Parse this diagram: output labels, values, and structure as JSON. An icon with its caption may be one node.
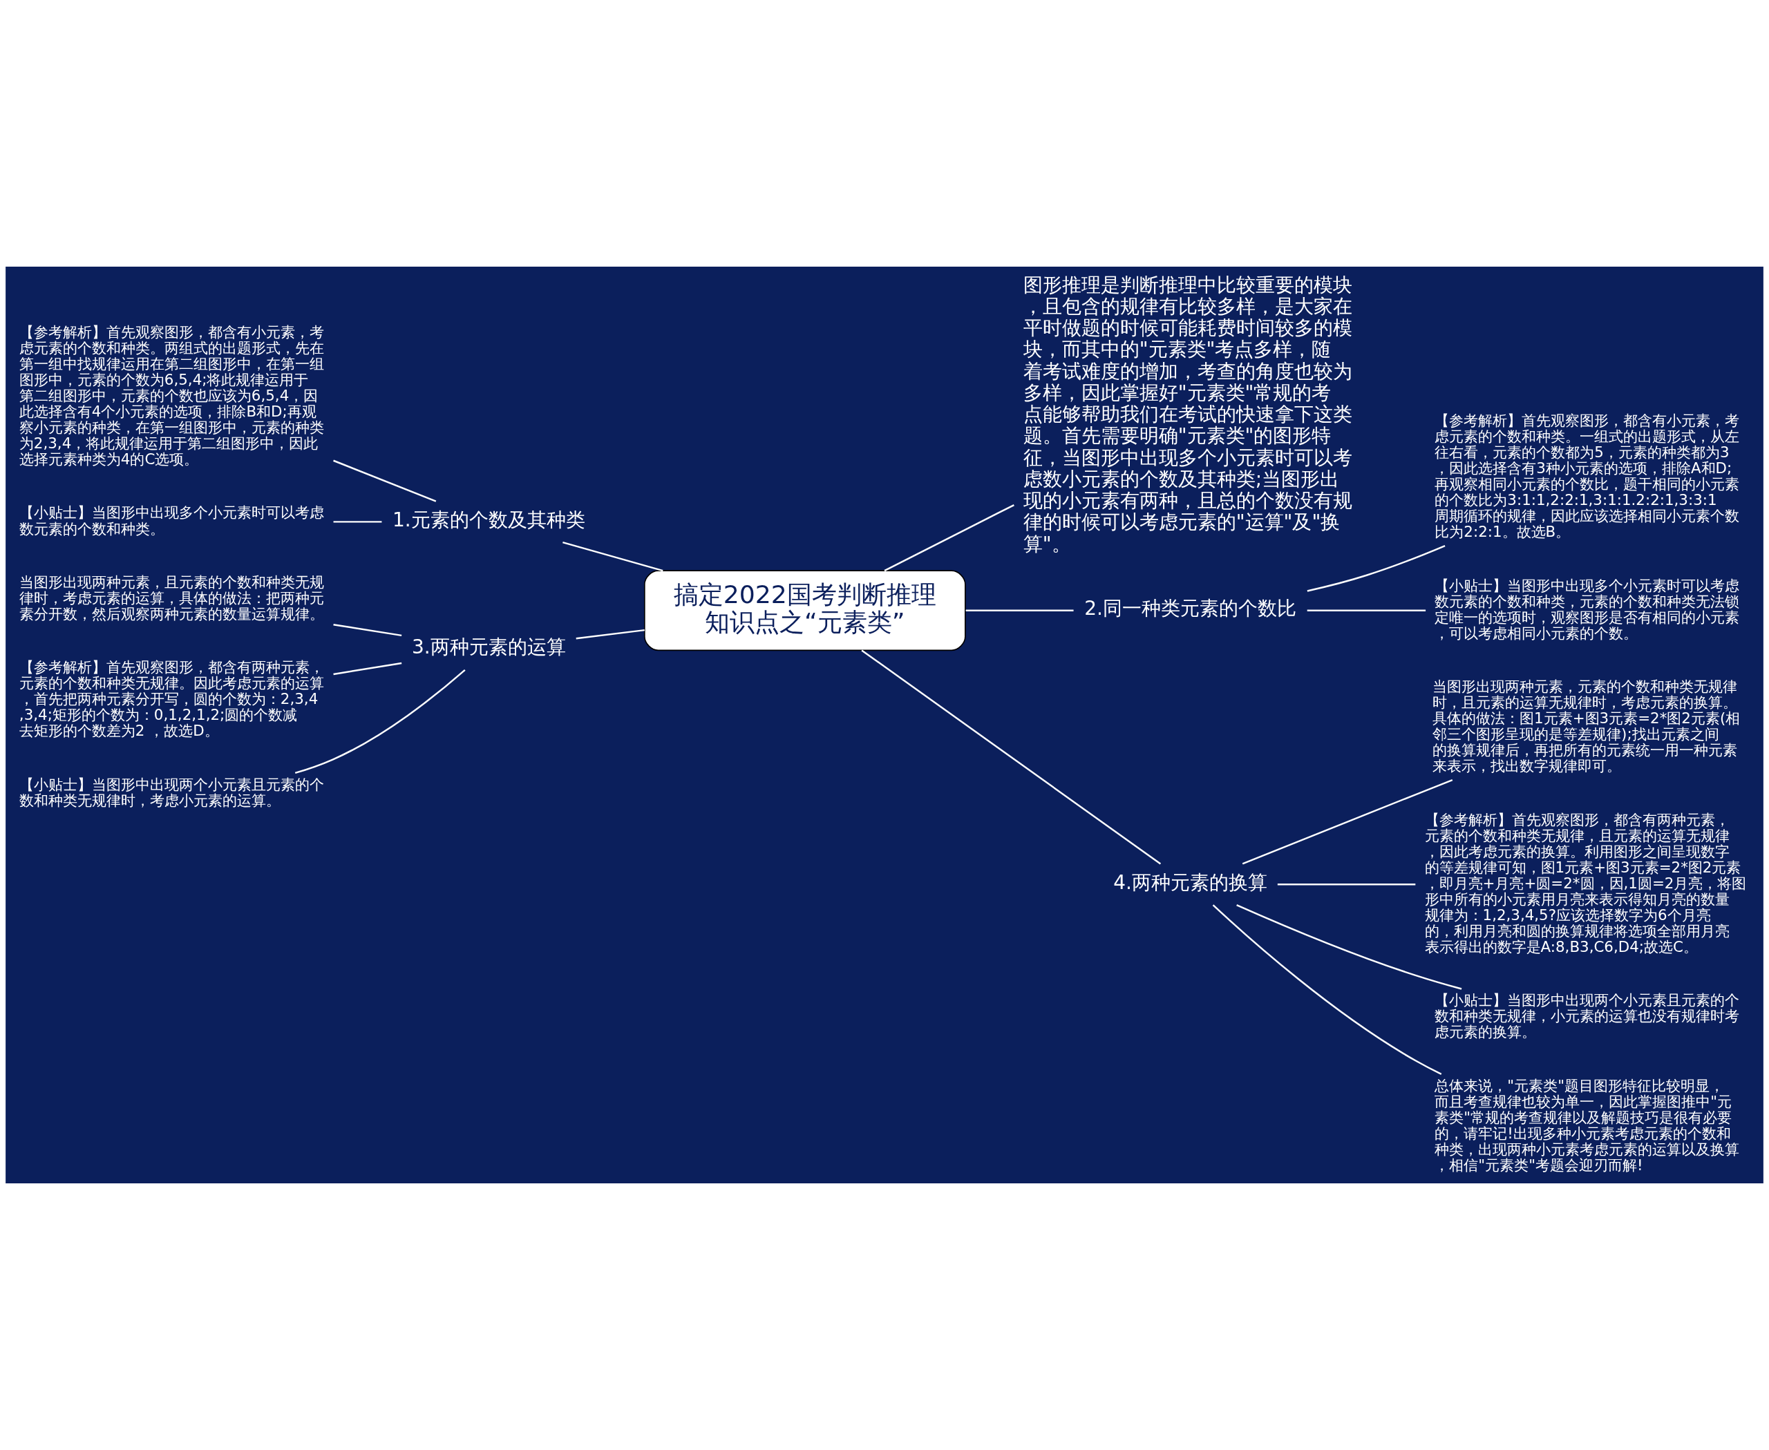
{
  "diagram": {
    "nodes": [
      {
        "text": [
          "搞定2022国考判断推理知识点之“元素类”"
        ]
      },
      {
        "text": [
          "图形推理是判断推理中比较重要的模块，且包含的规律有比较多样，是大家在平时做题的时候可能耗费时间较多的模块，而其中的\"元素类\"考点多样，随着考试难度的增加，考查的角度也较为多样，因此掌握好\"元素类\"常规的考点能够帮助我们在考试的快速拿下这类题。首先需要明确\"元素类\"的图形特征，当图形中出现多个小元素时可以考虑数小元素的个数及其种类;当图形出现的小元素有两种，且总的个数没有规律的时候可以考虑元素的\"运算\"及\"换算\"。"
        ]
      },
      {
        "text": [
          "1.元素的个数及其种类"
        ]
      },
      {
        "text": [
          "【参考解析】首先观察图形，都含有小元素，考虑元素的个数和种类。两组式的出题形式，先在第一组中找规律运用在第二组图形中，在第一组图形中，元素的个数为6,5,4;将此规律运用于第二组图形中，元素的个数也应该为6,5,4，因此选择含有4个小元素的选项，排除B和D;再观察小元素的种类，在第一组图形中，元素的种类为2,3,4，将此规律运用于第二组图形中，因此选择元素种类为4的C选项。"
        ]
      },
      {
        "text": [
          "【小贴士】当图形中出现多个小元素时可以考虑数元素的个数和种类。"
        ]
      },
      {
        "text": [
          "2.同一种类元素的个数比"
        ]
      },
      {
        "text": [
          "【参考解析】首先观察图形，都含有小元素，考虑元素的个数和种类。一组式的出题形式，从左往右看，元素的个数都为5，元素的种类都为3，因此选择含有3种小元素的选项，排除A和D;再观察相同小元素的个数比，题干相同的小元素的个数比为3:1:1,2:2:1,3:1:1.2:2:1,3:3:1周期循环的规律，因此应该选择相同小元素个数比为2:2:1。故选B。"
        ]
      },
      {
        "text": [
          "【小贴士】当图形中出现多个小元素时可以考虑数元素的个数和种类，元素的个数和种类无法锁定唯一的选项时，观察图形是否有相同的小元素，可以考虑相同小元素的个数。"
        ]
      },
      {
        "text": [
          "3.两种元素的运算"
        ]
      },
      {
        "text": [
          "当图形出现两种元素，且元素的个数和种类无规律时，考虑元素的运算，具体的做法：把两种元素分开数，然后观察两种元素的数量运算规律。"
        ]
      },
      {
        "text": [
          "【参考解析】首先观察图形，都含有两种元素，元素的个数和种类无规律。因此考虑元素的运算，首先把两种元素分开写，圆的个数为：2,3,4,3,4;矩形的个数为：0,1,2,1,2;圆的个数减去矩形的个数差为2 ，故选D。"
        ]
      },
      {
        "text": [
          "【小贴士】当图形中出现两个小元素且元素的个数和种类无规律时，考虑小元素的运算。"
        ]
      },
      {
        "text": [
          "4.两种元素的换算"
        ]
      },
      {
        "text": [
          "当图形出现两种元素，元素的个数和种类无规律时，且元素的运算无规律时，考虑元素的换算。具体的做法：图1元素+图3元素=2*图2元素(相邻三个图形呈现的是等差规律);找出元素之间的换算规律后，再把所有的元素统一用一种元素来表示，找出数字规律即可。"
        ]
      },
      {
        "text": [
          "【参考解析】首先观察图形，都含有两种元素，元素的个数和种类无规律，且元素的运算无规律，因此考虑元素的换算。利用图形之间呈现数字的等差规律可知，图1元素+图3元素=2*图2元素，即月亮+月亮+圆=2*圆，因,1圆=2月亮，将图形中所有的小元素用月亮来表示得知月亮的数量规律为：1,2,3,4,5?应该选择数字为6个月亮的，利用月亮和圆的换算规律将选项全部用月亮表示得出的数字是A:8,B3,C6,D4;故选C。"
        ]
      },
      {
        "text": [
          "【小贴士】当图形中出现两个小元素且元素的个数和种类无规律，小元素的运算也没有规律时考虑元素的换算。"
        ]
      },
      {
        "text": [
          "总体来说，\"元素类\"题目图形特征比较明显，而且考查规律也较为单一，因此掌握图推中\"元素类\"常规的考查规律以及解题技巧是很有必要的，请牢记!出现多种小元素考虑元素的个数和种类，出现两种小元素考虑元素的运算以及换算，相信\"元素类\"考题会迎刃而解!"
        ]
      }
    ],
    "edges": [
      {
        "from": 0,
        "to": 1,
        "arrow": "none"
      },
      {
        "from": 0,
        "to": 2,
        "arrow": "none"
      },
      {
        "from": 2,
        "to": 3,
        "arrow": "none"
      },
      {
        "from": 2,
        "to": 4,
        "arrow": "none"
      },
      {
        "from": 0,
        "to": 5,
        "arrow": "none"
      },
      {
        "from": 5,
        "to": 6,
        "arrow": "none"
      },
      {
        "from": 5,
        "to": 7,
        "arrow": "none"
      },
      {
        "from": 0,
        "to": 8,
        "arrow": "none"
      },
      {
        "from": 8,
        "to": 9,
        "arrow": "none"
      },
      {
        "from": 8,
        "to": 10,
        "arrow": "none"
      },
      {
        "from": 8,
        "to": 11,
        "arrow": "none"
      },
      {
        "from": 0,
        "to": 12,
        "arrow": "none"
      },
      {
        "from": 12,
        "to": 13,
        "arrow": "none"
      },
      {
        "from": 12,
        "to": 14,
        "arrow": "none"
      },
      {
        "from": 12,
        "to": 15,
        "arrow": "none"
      },
      {
        "from": 12,
        "to": 16,
        "arrow": "none"
      }
    ]
  }
}
